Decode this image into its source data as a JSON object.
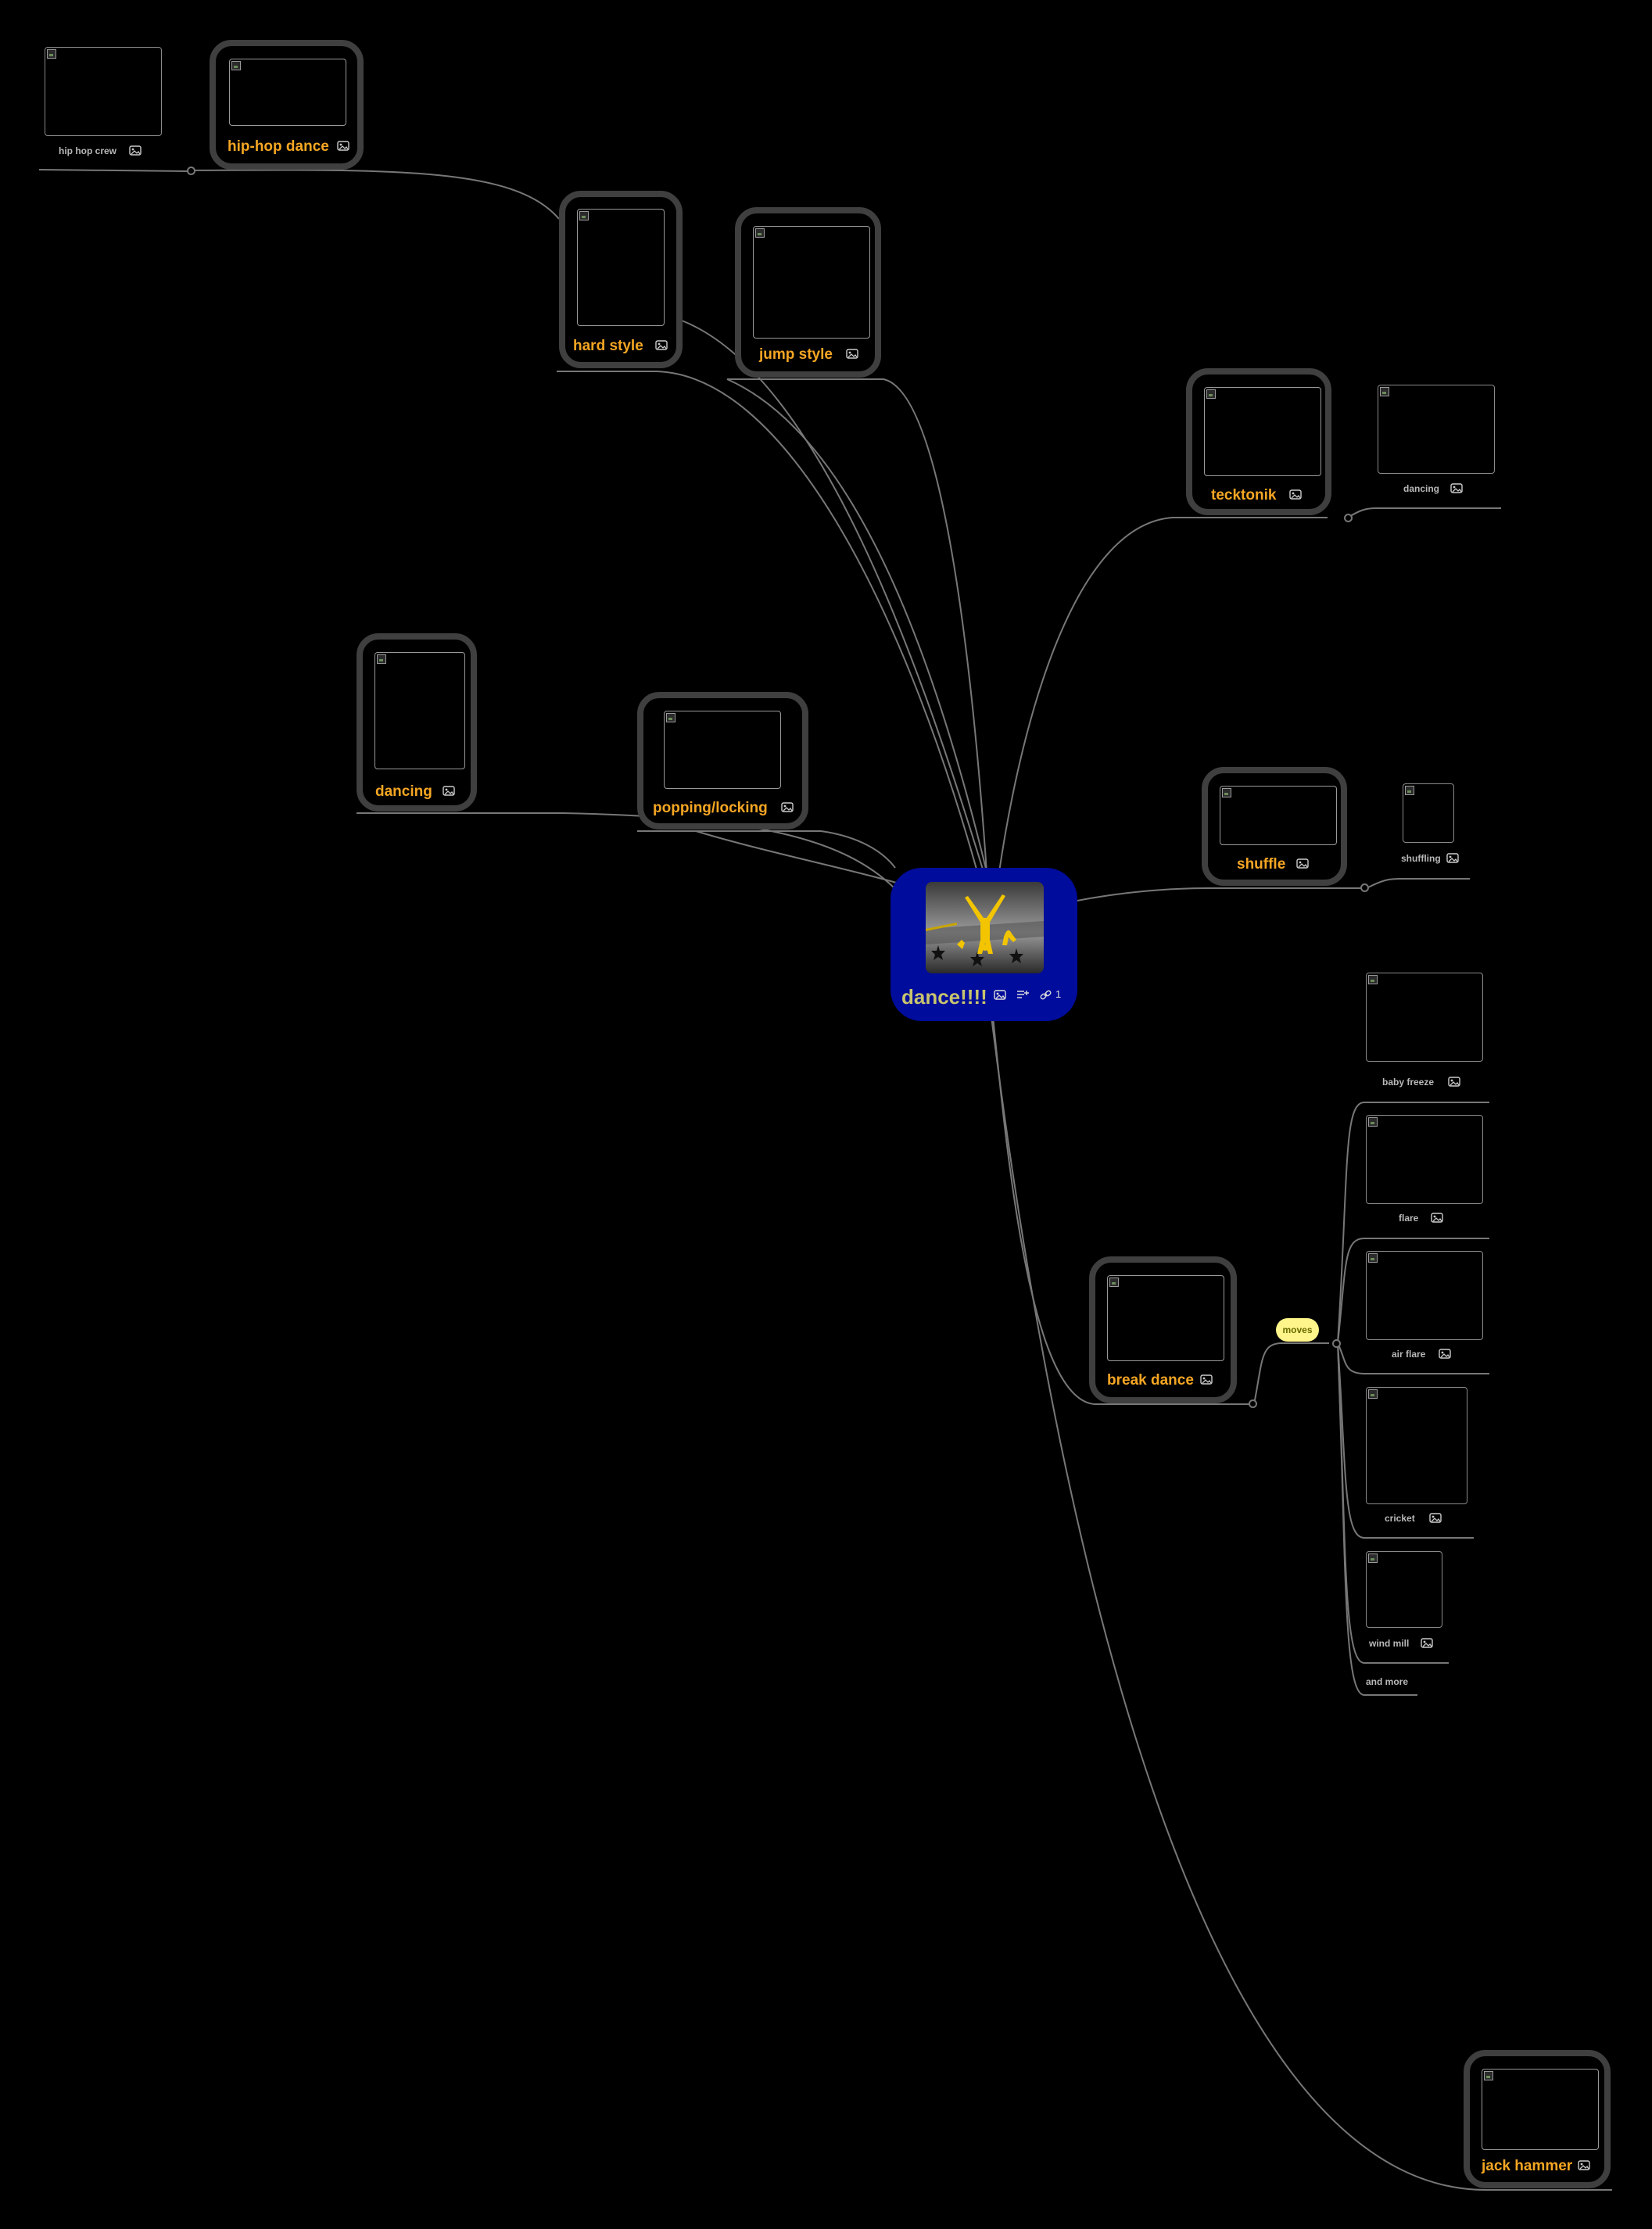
{
  "colors": {
    "background": "#000000",
    "central_fill": "#000c9b",
    "central_label": "#c8c46e",
    "main_label": "#f5a623",
    "sub_label": "#b9b9b9",
    "node_border": "#3f3f3f",
    "edge": "#777777",
    "tag_fill": "#fff58a"
  },
  "central": {
    "label": "dance!!!!",
    "icons": [
      "image-icon",
      "notes-icon",
      "link-icon"
    ],
    "link_count": "1"
  },
  "main_topics": {
    "hip_hop_dance": "hip-hop dance",
    "hard_style": "hard style",
    "jump_style": "jump style",
    "tecktonik": "tecktonik",
    "dancing": "dancing",
    "popping_locking": "popping/locking",
    "shuffle": "shuffle",
    "break_dance": "break dance",
    "jack_hammer": "jack hammer"
  },
  "sub_topics": {
    "hip_hop_crew": "hip hop crew",
    "dancing": "dancing",
    "shuffling": "shuffling",
    "baby_freeze": "baby freeze",
    "flare": "flare",
    "air_flare": "air flare",
    "cricket": "cricket",
    "wind_mill": "wind mill",
    "and_more": "and more"
  },
  "tag": {
    "moves": "moves"
  }
}
